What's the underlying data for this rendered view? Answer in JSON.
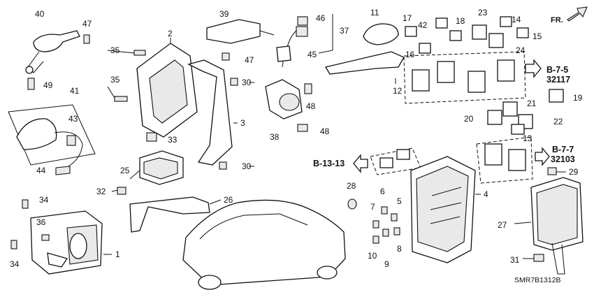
{
  "diagram": {
    "direction_label": "FR.",
    "diagram_code": "SMR7B1312B",
    "refs": {
      "b_7_5": "B-7-5",
      "n_32117": "32117",
      "b_7_7": "B-7-7",
      "n_32103": "32103",
      "b_13_13": "B-13-13"
    },
    "callouts": [
      "1",
      "2",
      "3",
      "4",
      "5",
      "6",
      "7",
      "8",
      "9",
      "10",
      "11",
      "12",
      "13",
      "14",
      "15",
      "16",
      "17",
      "18",
      "19",
      "20",
      "21",
      "22",
      "23",
      "24",
      "25",
      "26",
      "27",
      "28",
      "29",
      "30",
      "31",
      "32",
      "33",
      "34",
      "35",
      "36",
      "37",
      "38",
      "39",
      "40",
      "41",
      "42",
      "43",
      "44",
      "45",
      "46",
      "47",
      "48",
      "49"
    ]
  }
}
